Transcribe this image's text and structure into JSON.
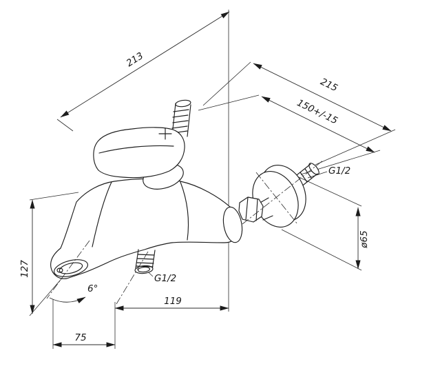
{
  "page": {
    "background": "#ffffff"
  },
  "drawing": {
    "line_color": "#1c1c1c",
    "labels": {
      "width_overall": "213",
      "depth_overall": "215",
      "mounting_distance": "150+/-15",
      "inlet_thread": "G1/2",
      "escutcheon_diameter": "ø65",
      "height": "127",
      "spout_angle": "6°",
      "outlet_to_wall": "119",
      "spout_to_outlet": "75",
      "shower_outlet_thread": "G1/2"
    }
  }
}
